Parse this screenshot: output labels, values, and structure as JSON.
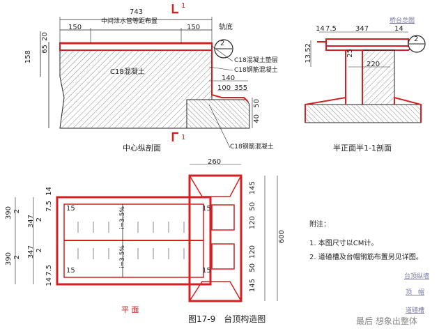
{
  "colors": {
    "red": "#d42020",
    "ink": "#222222",
    "hatch": "#888888",
    "link": "#7a7aa0"
  },
  "dims": {
    "d743": "743",
    "d150a": "150",
    "d150b": "150",
    "d20": "20",
    "d65": "65",
    "d158": "158",
    "d140": "140",
    "d100": "100",
    "d355": "355",
    "d50": "50",
    "d40": "40",
    "d14a": "14",
    "d75a": "7.5",
    "d347a": "347",
    "d14b": "14",
    "d1352": "13.52",
    "d25": "25",
    "d220": "220",
    "d260": "260",
    "d145a": "145",
    "d50b": "50",
    "d120a": "120",
    "d120b": "120",
    "d50c": "50",
    "d145b": "145",
    "d600": "600",
    "d390a": "390",
    "d2a": "2",
    "d347b": "347",
    "d2b": "2",
    "d347c": "347",
    "d2c": "2",
    "d390b": "390",
    "d2d": "2",
    "d14c": "14",
    "d75b": "7.5",
    "d75c": "7.5",
    "d14d": "14",
    "d15a": "15",
    "d15b": "15",
    "d15c": "15",
    "d15d": "15"
  },
  "labels": {
    "drain_spacing": "中间泄水管等距布置",
    "rail_bottom": "轨底",
    "c18_cushion": "C18混凝土垫层",
    "c18_concrete": "C18混凝土",
    "c18_rc_top": "C18钢筋混凝土",
    "c18_rc_bottom": "C18钢筋混凝土",
    "section_mark_top": "1",
    "section_mark_bottom": "1",
    "detail_no_left": "2",
    "detail_no_right": "2",
    "slope_left": "i=3.5%",
    "slope_right": "i=3.5%"
  },
  "captions": {
    "center_section": "中心纵剖面",
    "half_front": "半正面半1-1剖面",
    "plan": "平 面",
    "figure": "图17-9　台顶构造图"
  },
  "notes": {
    "title": "附注：",
    "items": [
      "1. 本图尺寸以CM计。",
      "2. 道碴槽及台帽钢筋布置另见详图。"
    ]
  },
  "nav": {
    "top": "桥台总图",
    "links": [
      "台顶纵墙",
      "顶　帽",
      "道碴槽"
    ]
  },
  "watermark": "最后 想象出整体"
}
